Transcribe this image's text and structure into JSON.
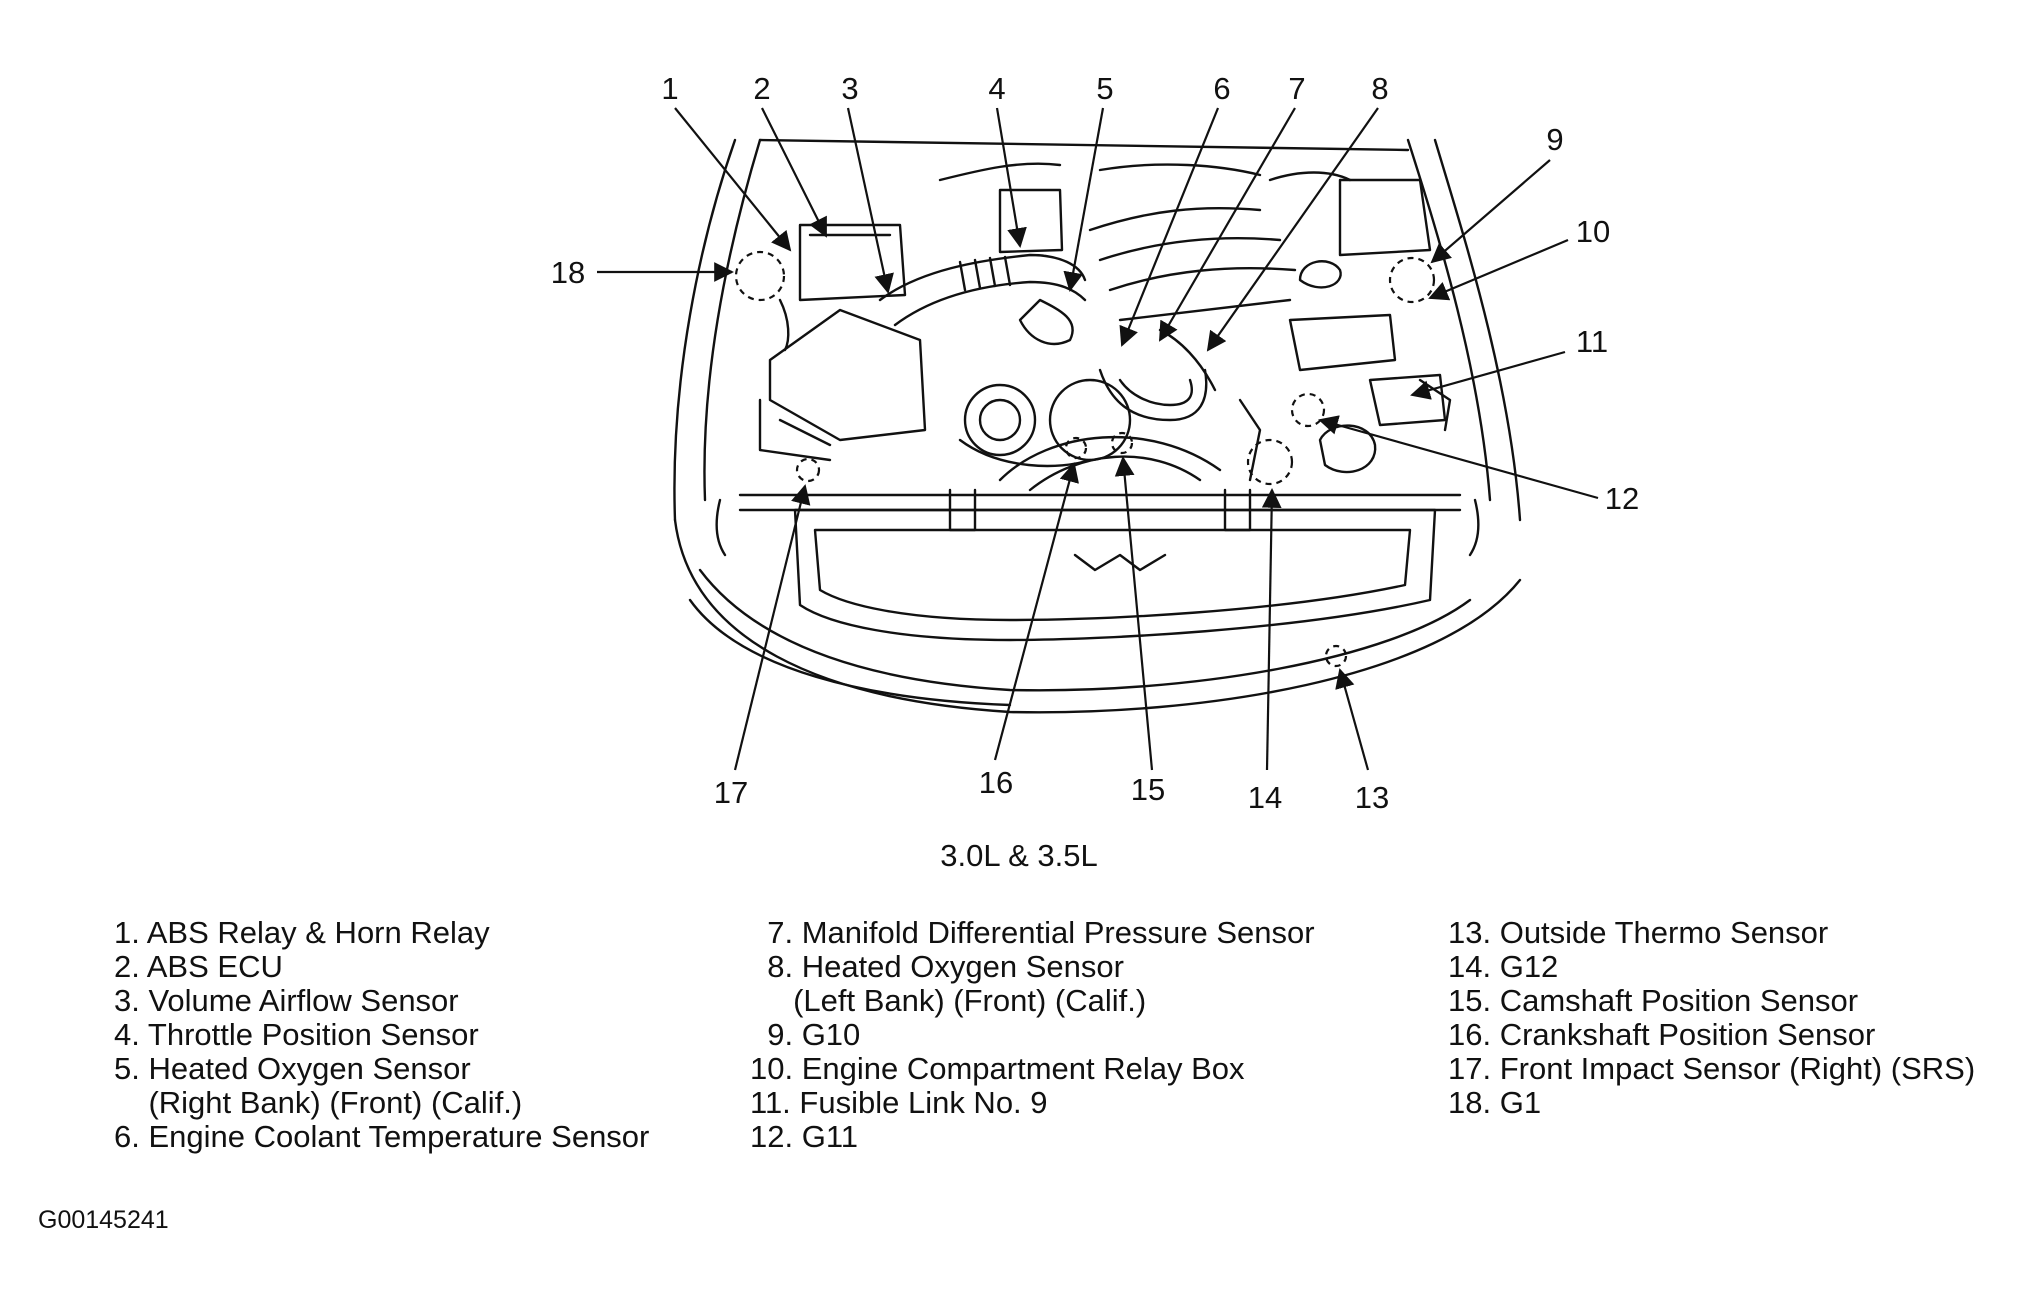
{
  "figure": {
    "caption": "3.0L & 3.5L",
    "figure_id": "G00145241",
    "callouts": [
      "1",
      "2",
      "3",
      "4",
      "5",
      "6",
      "7",
      "8",
      "9",
      "10",
      "11",
      "12",
      "13",
      "14",
      "15",
      "16",
      "17",
      "18"
    ]
  },
  "legend": {
    "col1": [
      "1. ABS Relay & Horn Relay",
      "2. ABS ECU",
      "3. Volume Airflow Sensor",
      "4. Throttle Position Sensor",
      "5. Heated Oxygen Sensor",
      "    (Right Bank) (Front) (Calif.)",
      "6. Engine Coolant Temperature Sensor"
    ],
    "col2": [
      "  7. Manifold Differential Pressure Sensor",
      "  8. Heated Oxygen Sensor",
      "     (Left Bank) (Front) (Calif.)",
      "  9. G10",
      "10. Engine Compartment Relay Box",
      "11. Fusible Link No. 9",
      "12. G11"
    ],
    "col3": [
      "13. Outside Thermo Sensor",
      "14. G12",
      "15. Camshaft Position Sensor",
      "16. Crankshaft Position Sensor",
      "17. Front Impact Sensor (Right) (SRS)",
      "18. G1"
    ]
  }
}
